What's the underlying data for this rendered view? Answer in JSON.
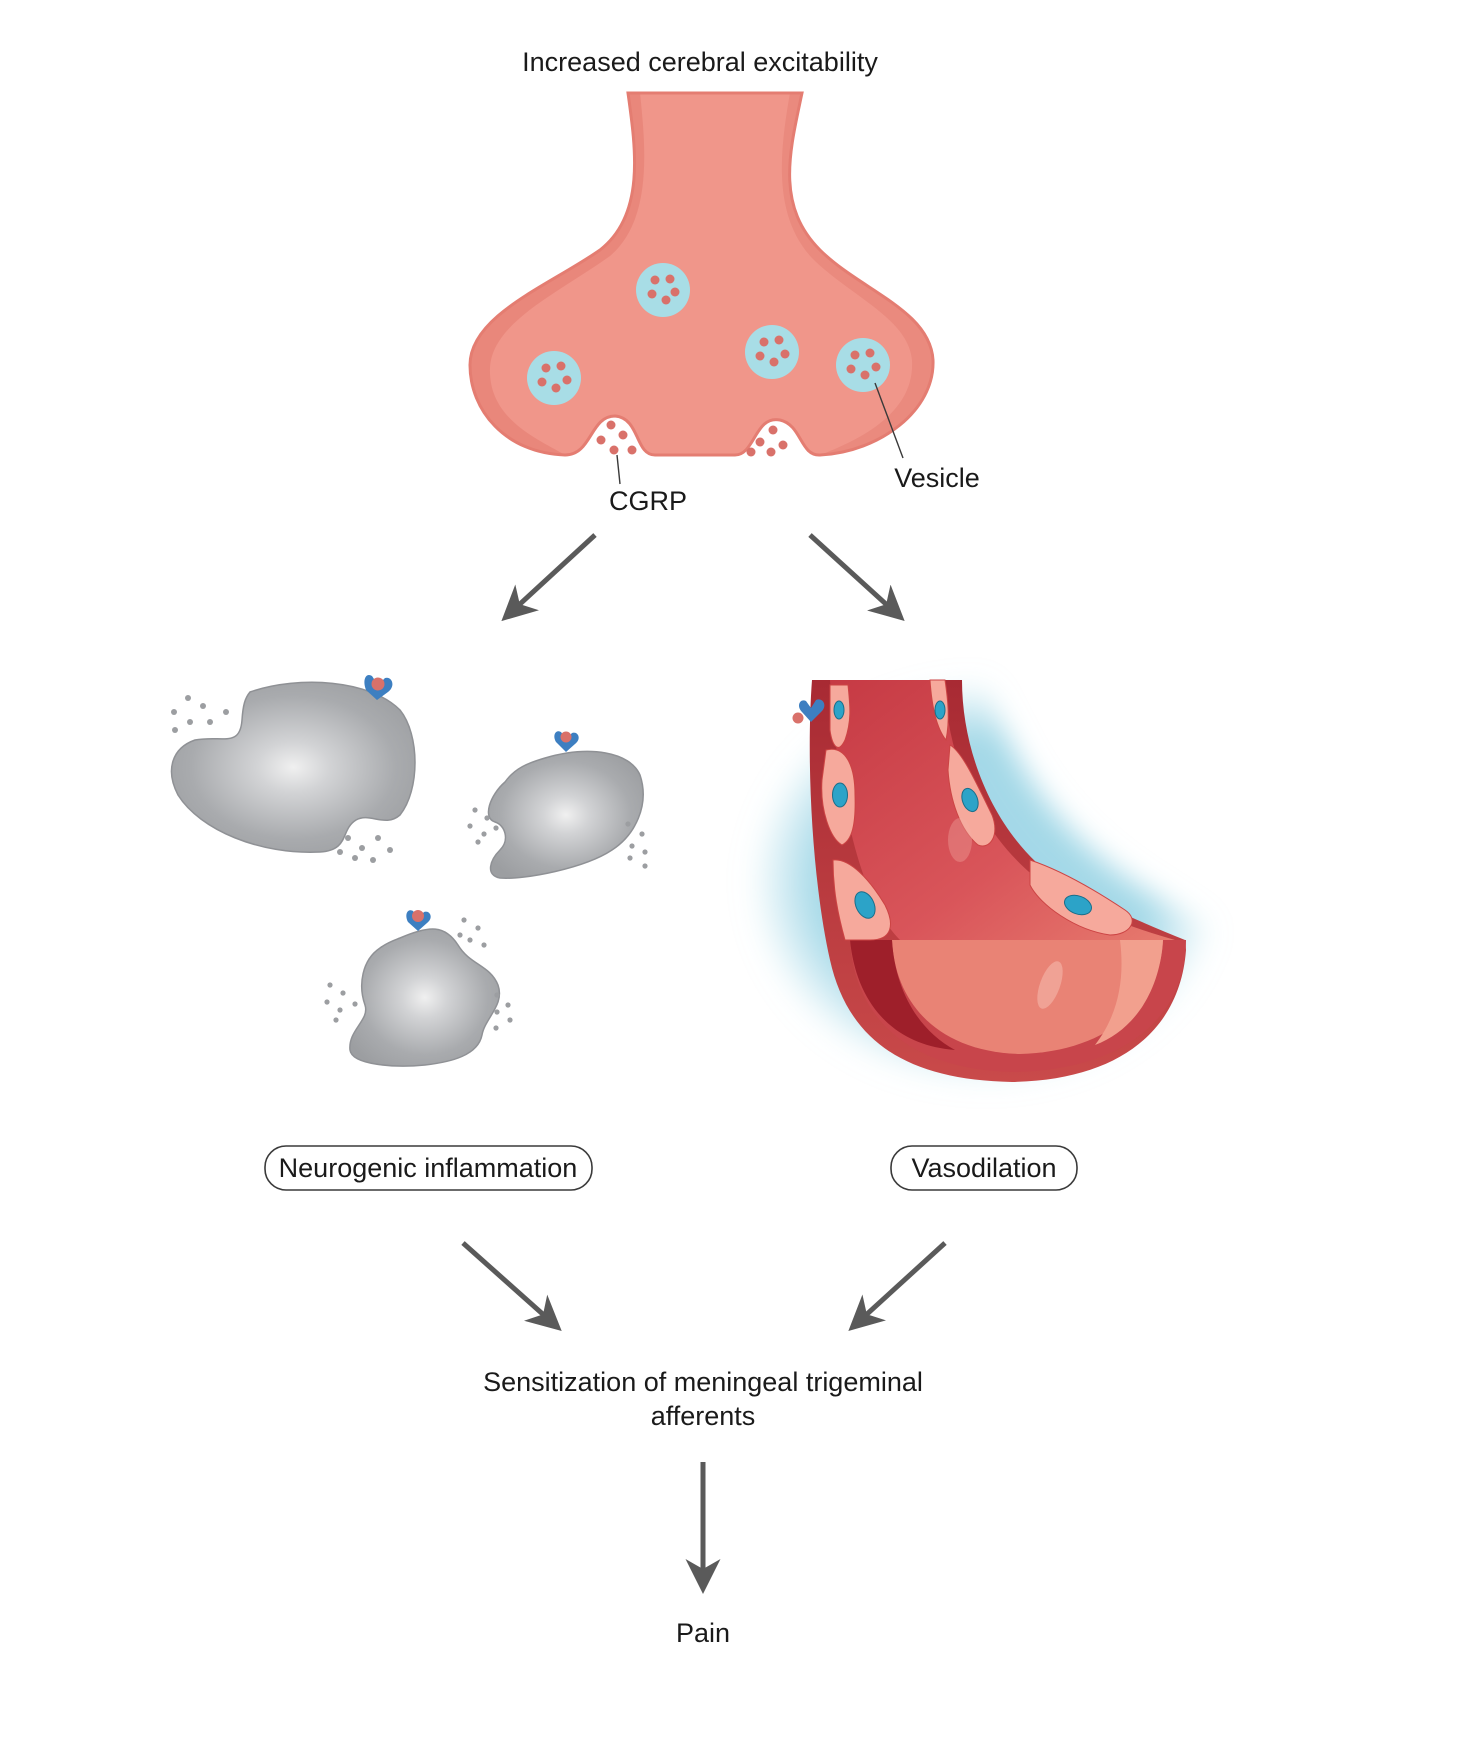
{
  "labels": {
    "top": "Increased cerebral excitability",
    "cgrp": "CGRP",
    "vesicle": "Vesicle",
    "neurogenic": "Neurogenic inflammation",
    "vasodilation": "Vasodilation",
    "sensitization_line1": "Sensitization of meningeal trigeminal",
    "sensitization_line2": "afferents",
    "pain": "Pain"
  },
  "colors": {
    "neuron": "#f0968a",
    "neuron_shadow": "#e47d72",
    "vesicle": "#a8dde6",
    "cgrp_dot": "#d9716a",
    "arrow": "#5a5a5a",
    "cell_gray": "#a6a8ab",
    "receptor": "#3d7fc1",
    "vessel_wall": "#b8323b",
    "vessel_inner": "#e67b6f",
    "endothelial": "#f6a99c",
    "nucleus": "#2ca3c8",
    "glow": "#9fd6e6"
  }
}
